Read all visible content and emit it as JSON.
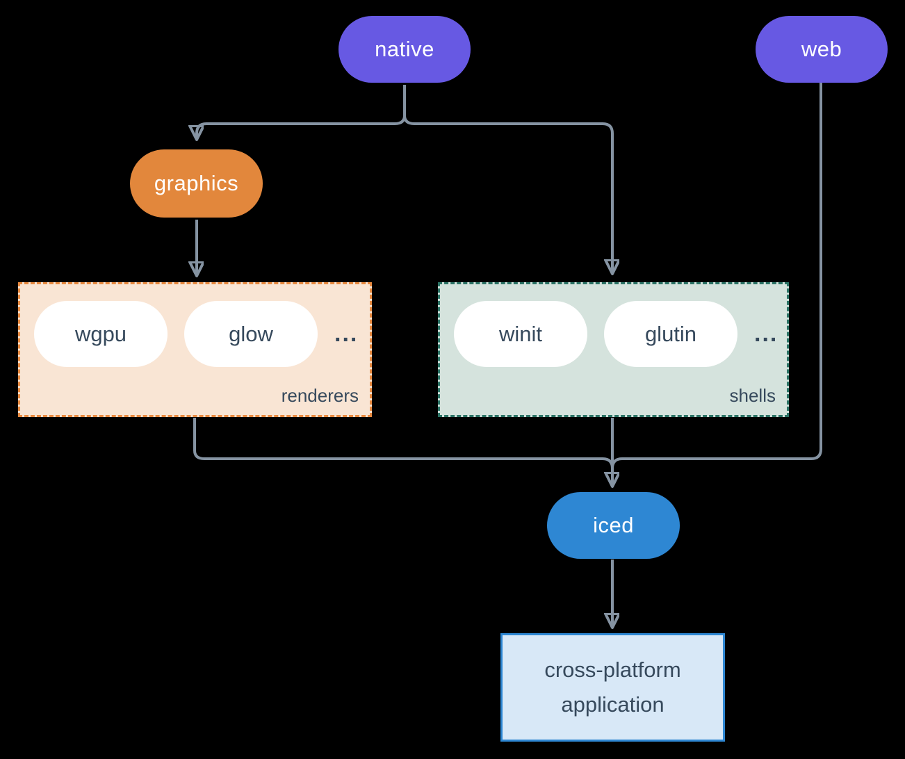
{
  "diagram": {
    "colors": {
      "background": "#000000",
      "connector": "#8593a2",
      "purple": "#6759e3",
      "orange": "#e2873c",
      "blue": "#2e87d3",
      "peach": "#f9e5d4",
      "peach_border": "#e88a40",
      "green": "#d5e3dd",
      "teal_border": "#2b7365",
      "lightblue": "#d8e8f7",
      "dark": "#36495c"
    },
    "nodes": {
      "native": "native",
      "web": "web",
      "graphics": "graphics",
      "iced": "iced",
      "app_line1": "cross-platform",
      "app_line2": "application"
    },
    "groups": {
      "renderers": {
        "label": "renderers",
        "items": [
          "wgpu",
          "glow"
        ],
        "ellipsis": "..."
      },
      "shells": {
        "label": "shells",
        "items": [
          "winit",
          "glutin"
        ],
        "ellipsis": "..."
      }
    }
  }
}
